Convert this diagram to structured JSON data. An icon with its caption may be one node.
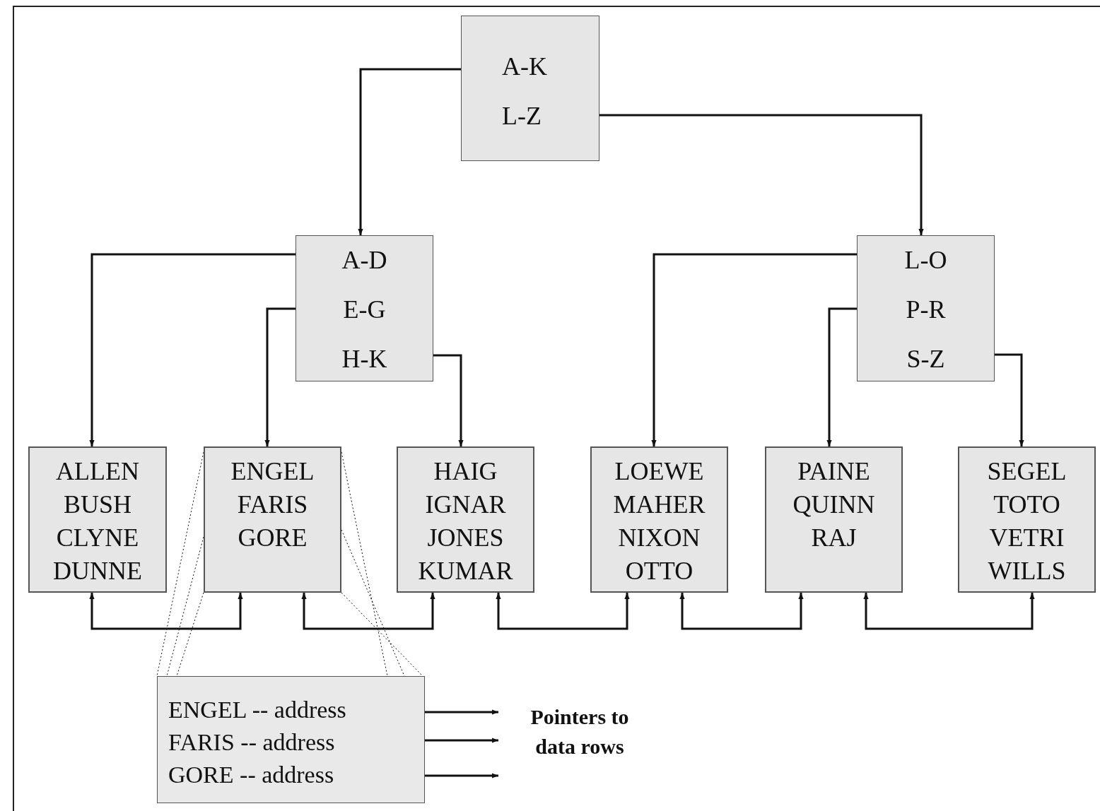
{
  "diagram": {
    "nodes": [
      {
        "text": [
          "A-K",
          "L-Z"
        ]
      },
      {
        "text": [
          "A-D",
          "E-G",
          "H-K"
        ]
      },
      {
        "text": [
          "L-O",
          "P-R",
          "S-Z"
        ]
      },
      {
        "text": [
          "ALLEN",
          "BUSH",
          "CLYNE",
          "DUNNE"
        ]
      },
      {
        "text": [
          "ENGEL",
          "FARIS",
          "GORE"
        ]
      },
      {
        "text": [
          "HAIG",
          "IGNAR",
          "JONES",
          "KUMAR"
        ]
      },
      {
        "text": [
          "LOEWE",
          "MAHER",
          "NIXON",
          "OTTO"
        ]
      },
      {
        "text": [
          "PAINE",
          "QUINN",
          "RAJ"
        ]
      },
      {
        "text": [
          "SEGEL",
          "TOTO",
          "VETRI",
          "WILLS"
        ]
      },
      {
        "text": [
          "ENGEL -- address",
          "FARIS -- address",
          "GORE -- address"
        ]
      },
      {
        "text": [
          "Pointers to data rows"
        ]
      }
    ],
    "edges": [
      {
        "from": 0,
        "to": 1,
        "arrow": "to"
      },
      {
        "from": 0,
        "to": 2,
        "arrow": "to"
      },
      {
        "from": 1,
        "to": 3,
        "arrow": "to"
      },
      {
        "from": 1,
        "to": 4,
        "arrow": "to"
      },
      {
        "from": 1,
        "to": 5,
        "arrow": "to"
      },
      {
        "from": 2,
        "to": 6,
        "arrow": "to"
      },
      {
        "from": 2,
        "to": 7,
        "arrow": "to"
      },
      {
        "from": 2,
        "to": 8,
        "arrow": "to"
      },
      {
        "from": 3,
        "to": 4,
        "arrow": "both"
      },
      {
        "from": 4,
        "to": 5,
        "arrow": "both"
      },
      {
        "from": 5,
        "to": 6,
        "arrow": "both"
      },
      {
        "from": 6,
        "to": 7,
        "arrow": "both"
      },
      {
        "from": 7,
        "to": 8,
        "arrow": "both"
      },
      {
        "from": 4,
        "to": 9,
        "arrow": "none",
        "style": "dashed"
      },
      {
        "from": 4,
        "to": 9,
        "arrow": "none",
        "style": "dashed"
      },
      {
        "from": 9,
        "to": 10,
        "arrow": "to"
      },
      {
        "from": 9,
        "to": 10,
        "arrow": "to"
      },
      {
        "from": 9,
        "to": 10,
        "arrow": "to"
      }
    ]
  }
}
